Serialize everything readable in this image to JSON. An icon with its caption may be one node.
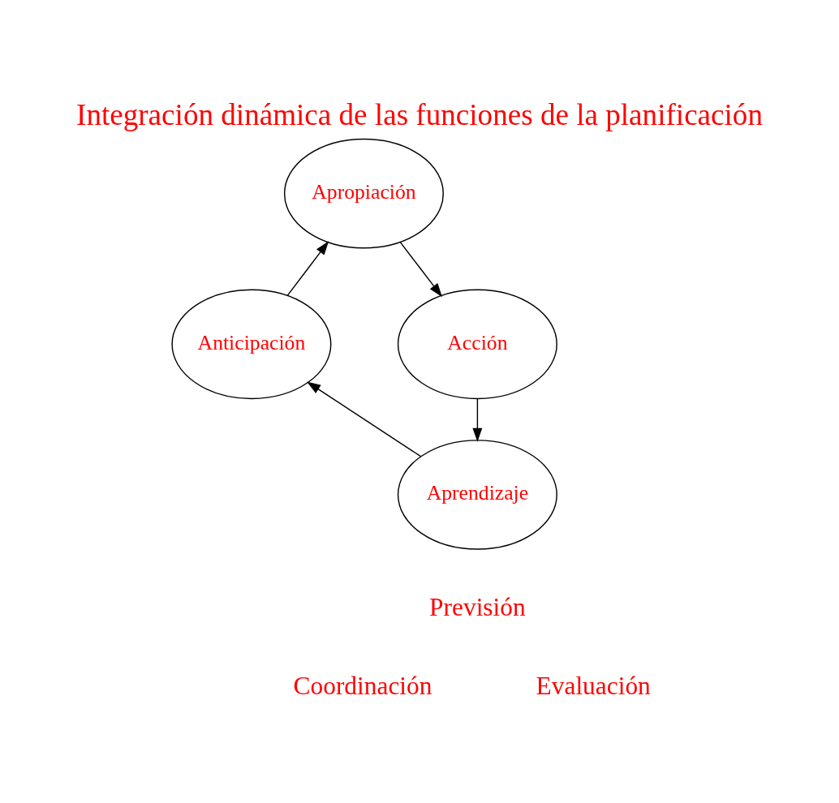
{
  "diagram": {
    "title": "Integración dinámica de las funciones de la planificación",
    "nodes": [
      {
        "text": [
          "Apropiación"
        ]
      },
      {
        "text": [
          "Anticipación"
        ]
      },
      {
        "text": [
          "Acción"
        ]
      },
      {
        "text": [
          "Aprendizaje"
        ]
      }
    ],
    "edges": [
      {
        "from": 1,
        "to": 0,
        "arrow": "to"
      },
      {
        "from": 0,
        "to": 2,
        "arrow": "to"
      },
      {
        "from": 2,
        "to": 3,
        "arrow": "to"
      },
      {
        "from": 3,
        "to": 1,
        "arrow": "to"
      }
    ],
    "labels": [
      "Previsión",
      "Coordinación",
      "Evaluación"
    ]
  }
}
